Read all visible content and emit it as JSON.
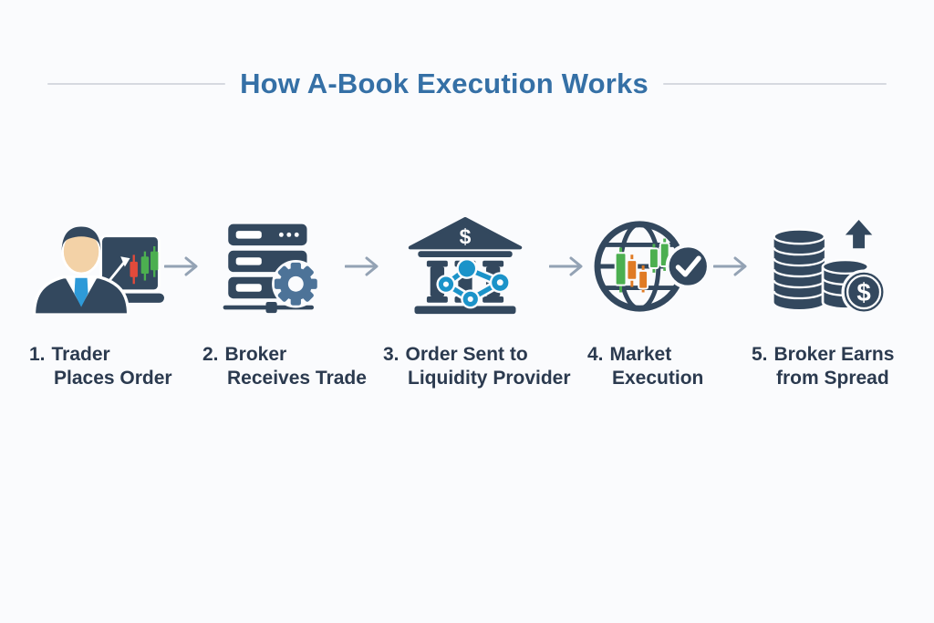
{
  "title": "How A-Book Execution Works",
  "steps": [
    {
      "num": "1.",
      "line1": "Trader",
      "line2": "Places Order",
      "icon": "trader-laptop-icon"
    },
    {
      "num": "2.",
      "line1": "Broker",
      "line2": "Receives Trade",
      "icon": "server-gear-icon"
    },
    {
      "num": "3.",
      "line1": "Order Sent to",
      "line2": "Liquidity Provider",
      "icon": "bank-network-icon"
    },
    {
      "num": "4.",
      "line1": "Market",
      "line2": "Execution",
      "icon": "globe-check-icon"
    },
    {
      "num": "5.",
      "line1": "Broker Earns",
      "line2": "from Spread",
      "icon": "coins-dollar-icon"
    }
  ],
  "symbols": {
    "bank_dollar": "$",
    "coin_dollar": "$",
    "arrow_glyph": "→"
  },
  "colors": {
    "title_blue": "#3570a6",
    "label_navy": "#2b3a4f",
    "icon_navy": "#33485e",
    "steel_blue": "#4d7398",
    "bright_blue": "#1b93c9",
    "candle_green": "#4caf50",
    "candle_orange": "#e07b24",
    "candle_red": "#e24a3b",
    "tie_blue": "#2e9ad8",
    "skin": "#f3d2a7",
    "arrow_gray": "#93a2b4",
    "bg": "#fafbfd",
    "divider_gray": "#c9cdd6"
  }
}
